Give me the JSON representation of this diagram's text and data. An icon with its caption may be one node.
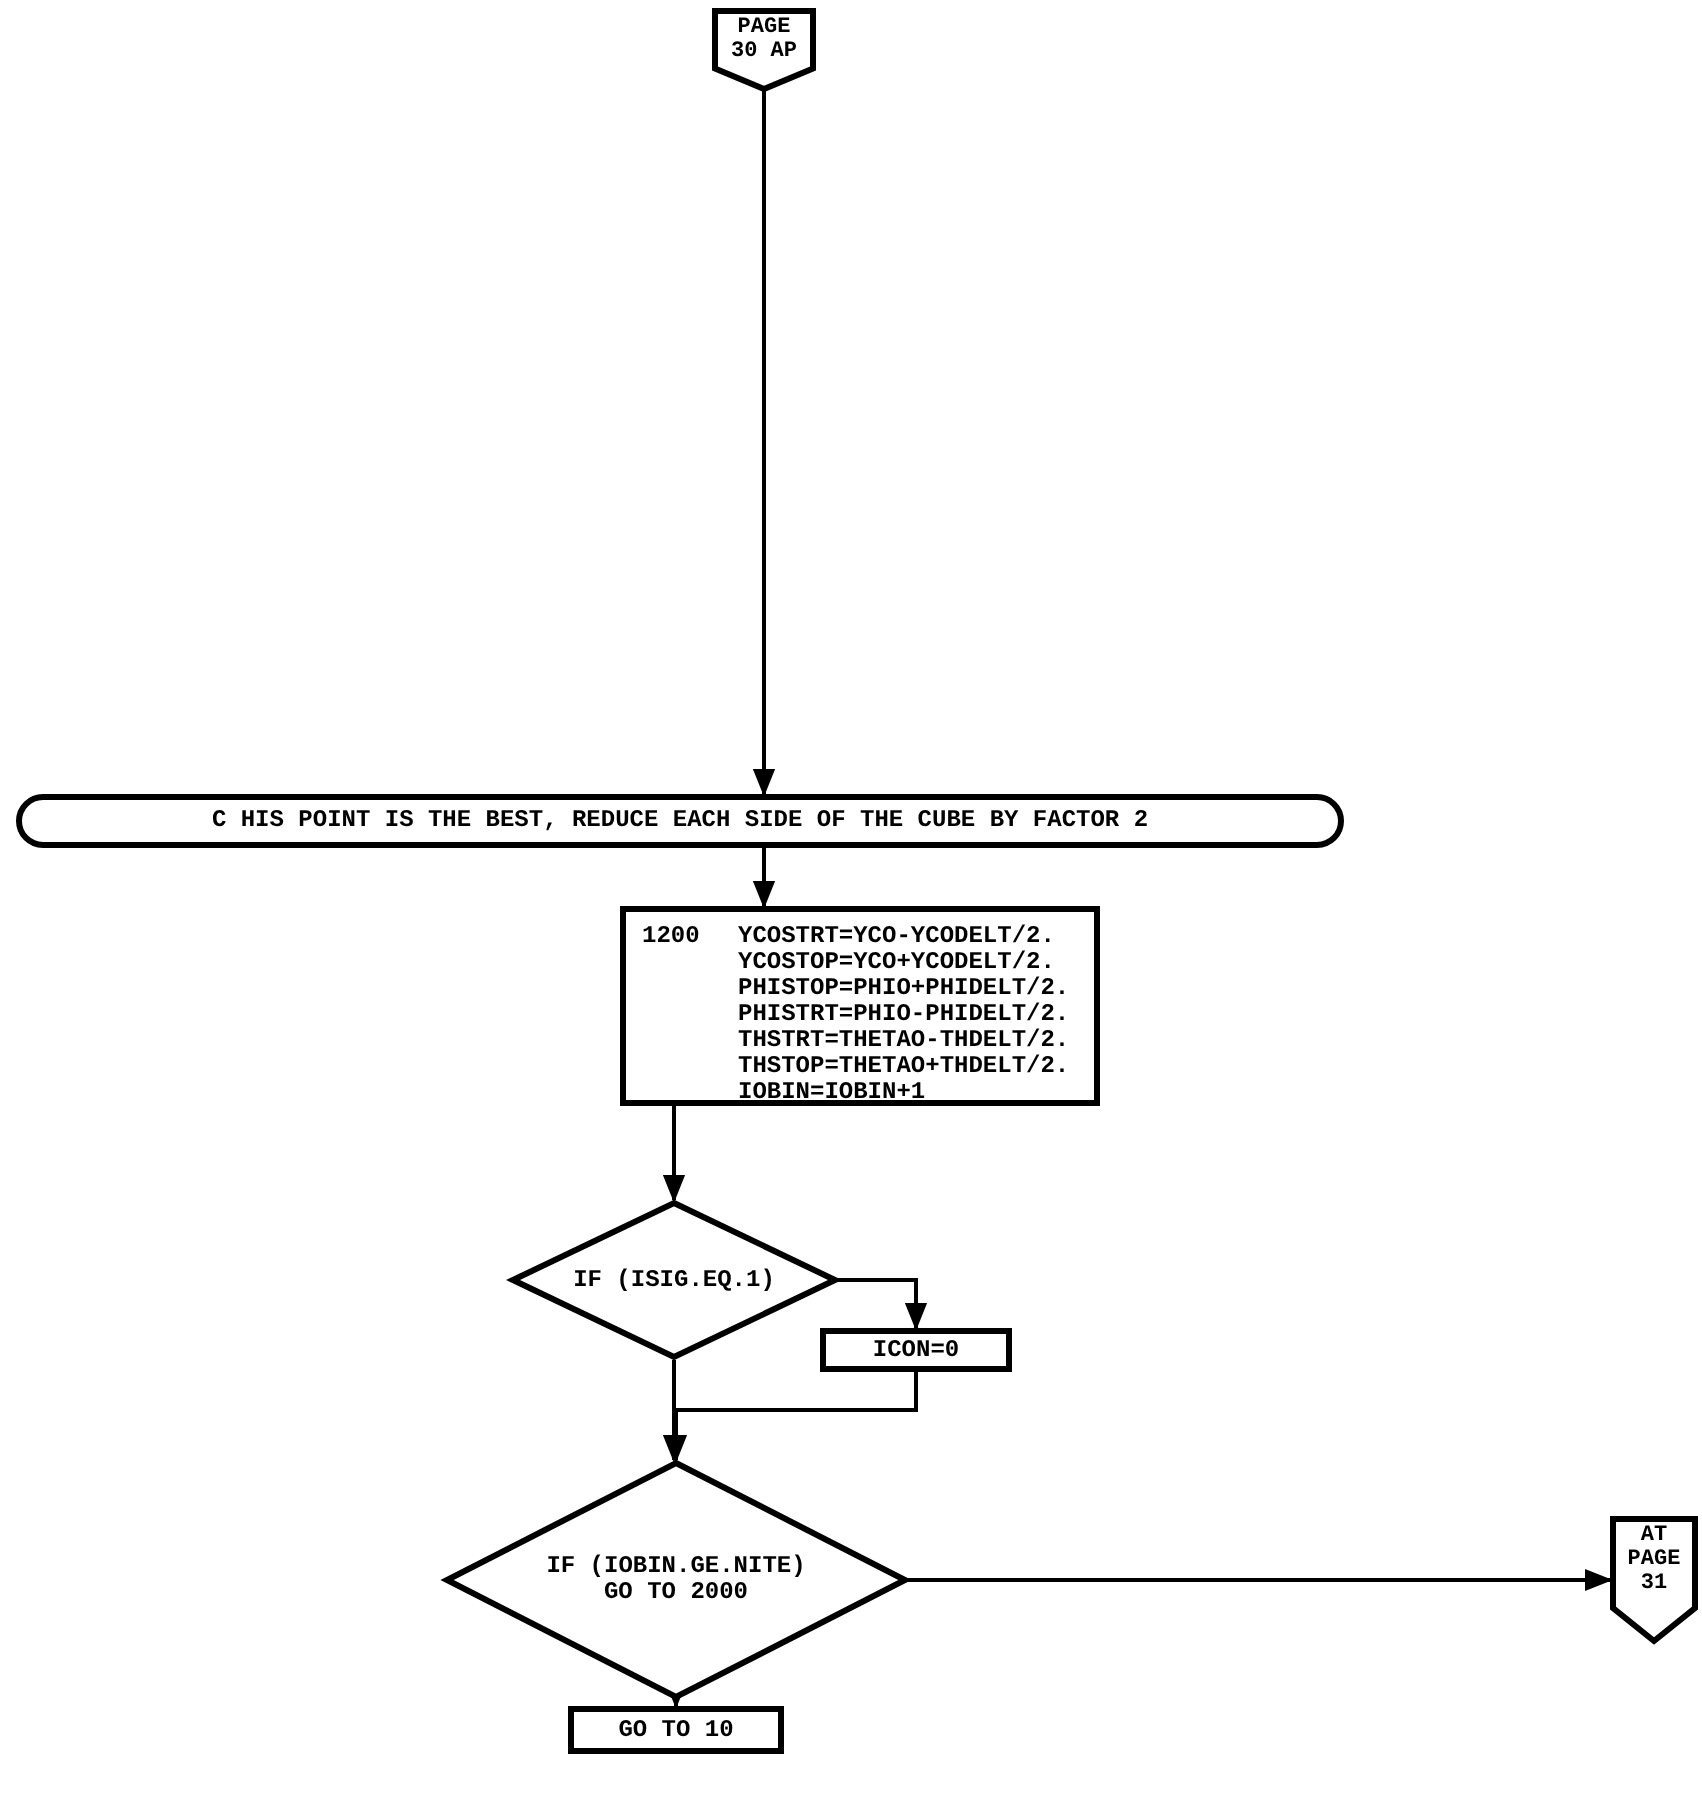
{
  "diagram": {
    "nodes": [
      {
        "text": [
          "PAGE 30 AP"
        ]
      },
      {
        "text": [
          "C HIS POINT IS THE BEST, REDUCE EACH SIDE OF THE CUBE BY FACTOR 2"
        ]
      },
      {
        "text": [
          "1200",
          "YCOSTRT=YCO-YCODELT/2.",
          "YCOSTOP=YCO+YCODELT/2.",
          "PHISTOP=PHIO+PHIDELT/2.",
          "PHISTRT=PHIO-PHIDELT/2.",
          "THSTRT=THETAO-THDELT/2.",
          "THSTOP=THETAO+THDELT/2.",
          "IOBIN=IOBIN+1"
        ]
      },
      {
        "text": [
          "IF (ISIG.EQ.1)"
        ]
      },
      {
        "text": [
          "ICON=0"
        ]
      },
      {
        "text": [
          "IF (IOBIN.GE.NITE) GO TO 2000"
        ]
      },
      {
        "text": [
          "AT PAGE 31"
        ]
      },
      {
        "text": [
          "GO TO 10"
        ]
      }
    ],
    "edges": [
      {
        "from": 0,
        "to": 1,
        "arrow": "to"
      },
      {
        "from": 1,
        "to": 2,
        "arrow": "to"
      },
      {
        "from": 2,
        "to": 3,
        "arrow": "to"
      },
      {
        "from": 3,
        "to": 4,
        "arrow": "to"
      },
      {
        "from": 4,
        "to": 5,
        "arrow": "to"
      },
      {
        "from": 3,
        "to": 5,
        "arrow": "to"
      },
      {
        "from": 5,
        "to": 6,
        "arrow": "to"
      },
      {
        "from": 5,
        "to": 7,
        "arrow": "to"
      }
    ]
  }
}
